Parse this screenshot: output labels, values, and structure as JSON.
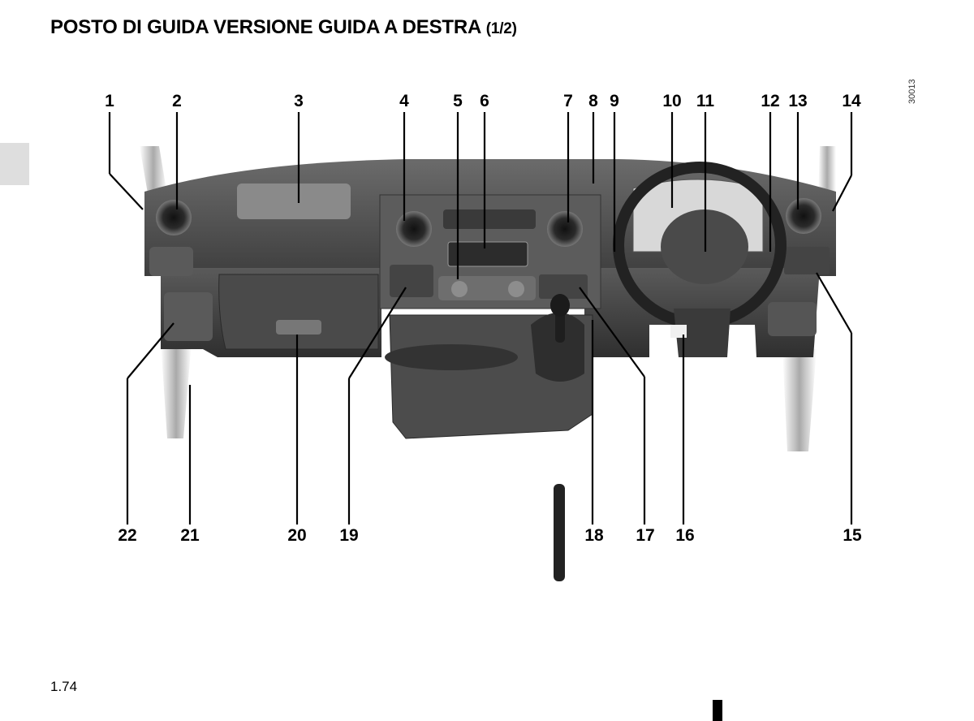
{
  "header": {
    "title": "POSTO DI GUIDA VERSIONE GUIDA A DESTRA",
    "subtitle": "(1/2)"
  },
  "figure": {
    "ref_code": "30013",
    "callouts_top": [
      "1",
      "2",
      "3",
      "4",
      "5",
      "6",
      "7",
      "8",
      "9",
      "10",
      "11",
      "12",
      "13",
      "14"
    ],
    "callouts_bottom": [
      "22",
      "21",
      "20",
      "19",
      "18",
      "17",
      "16",
      "15"
    ]
  },
  "footer": {
    "page_number": "1.74"
  }
}
